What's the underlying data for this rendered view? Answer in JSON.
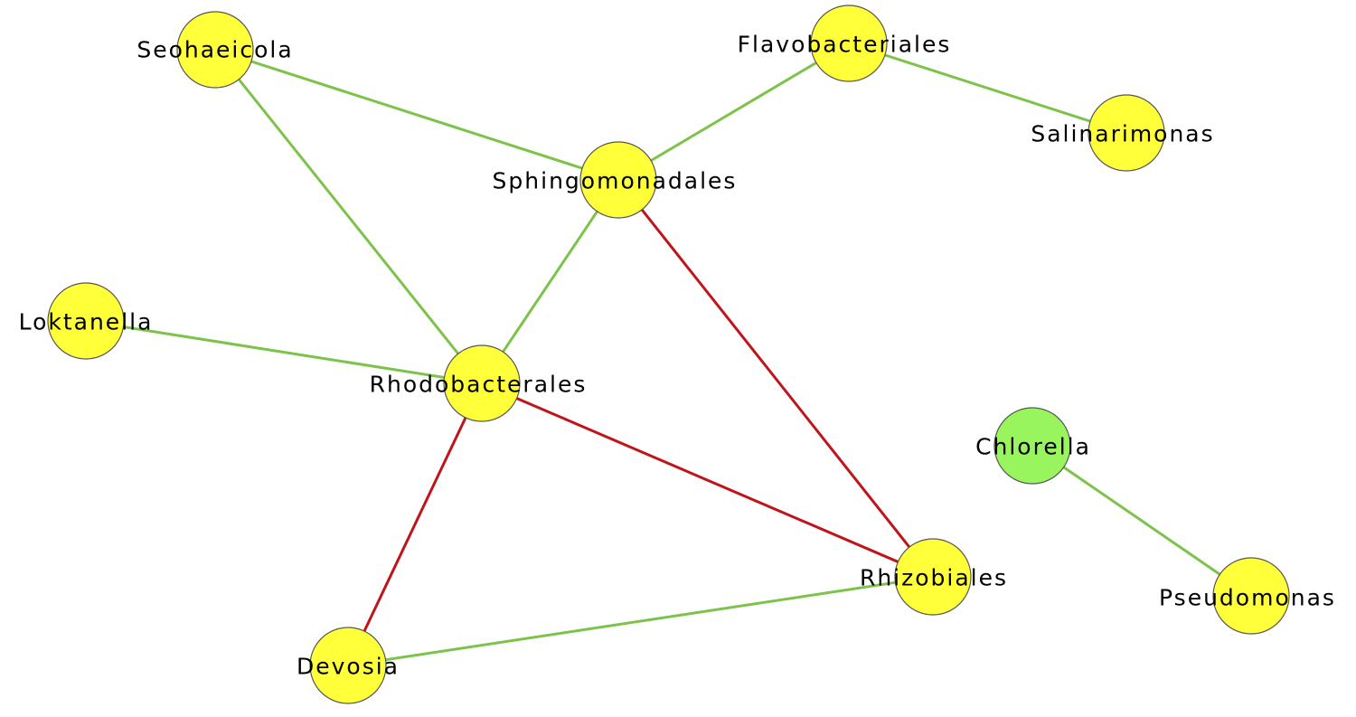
{
  "colors": {
    "positive_edge": "#7dc34a",
    "negative_edge": "#c0141b",
    "node_fill_default": "#ffff3a",
    "node_fill_green": "#98f55d"
  },
  "nodes": [
    {
      "id": "seohaeicola",
      "label": "Seohaeicola",
      "fill": "#ffff3a"
    },
    {
      "id": "flavobacteriales",
      "label": "Flavobacteriales",
      "fill": "#ffff3a"
    },
    {
      "id": "salinarimonas",
      "label": "Salinarimonas",
      "fill": "#ffff3a"
    },
    {
      "id": "sphingomonadales",
      "label": "Sphingomonadales",
      "fill": "#ffff3a"
    },
    {
      "id": "loktanella",
      "label": "Loktanella",
      "fill": "#ffff3a"
    },
    {
      "id": "rhodobacterales",
      "label": "Rhodobacterales",
      "fill": "#ffff3a"
    },
    {
      "id": "chlorella",
      "label": "Chlorella",
      "fill": "#98f55d"
    },
    {
      "id": "rhizobiales",
      "label": "Rhizobiales",
      "fill": "#ffff3a"
    },
    {
      "id": "pseudomonas",
      "label": "Pseudomonas",
      "fill": "#ffff3a"
    },
    {
      "id": "devosia",
      "label": "Devosia",
      "fill": "#ffff3a"
    }
  ],
  "edges": [
    {
      "source": "seohaeicola",
      "target": "sphingomonadales",
      "type": "positive"
    },
    {
      "source": "seohaeicola",
      "target": "rhodobacterales",
      "type": "positive"
    },
    {
      "source": "flavobacteriales",
      "target": "sphingomonadales",
      "type": "positive"
    },
    {
      "source": "flavobacteriales",
      "target": "salinarimonas",
      "type": "positive"
    },
    {
      "source": "sphingomonadales",
      "target": "rhodobacterales",
      "type": "positive"
    },
    {
      "source": "sphingomonadales",
      "target": "rhizobiales",
      "type": "negative"
    },
    {
      "source": "loktanella",
      "target": "rhodobacterales",
      "type": "positive"
    },
    {
      "source": "rhodobacterales",
      "target": "rhizobiales",
      "type": "negative"
    },
    {
      "source": "rhodobacterales",
      "target": "devosia",
      "type": "negative"
    },
    {
      "source": "devosia",
      "target": "rhizobiales",
      "type": "positive"
    },
    {
      "source": "chlorella",
      "target": "pseudomonas",
      "type": "positive"
    }
  ]
}
